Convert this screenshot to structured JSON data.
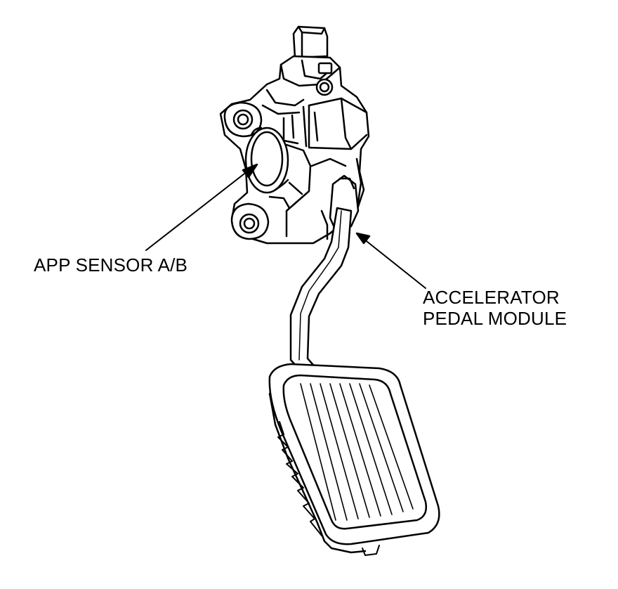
{
  "callouts": {
    "app_sensor": "APP SENSOR A/B",
    "pedal_module_line1": "ACCELERATOR",
    "pedal_module_line2": "PEDAL MODULE"
  },
  "colors": {
    "line": "#000000",
    "fill": "#ffffff"
  }
}
